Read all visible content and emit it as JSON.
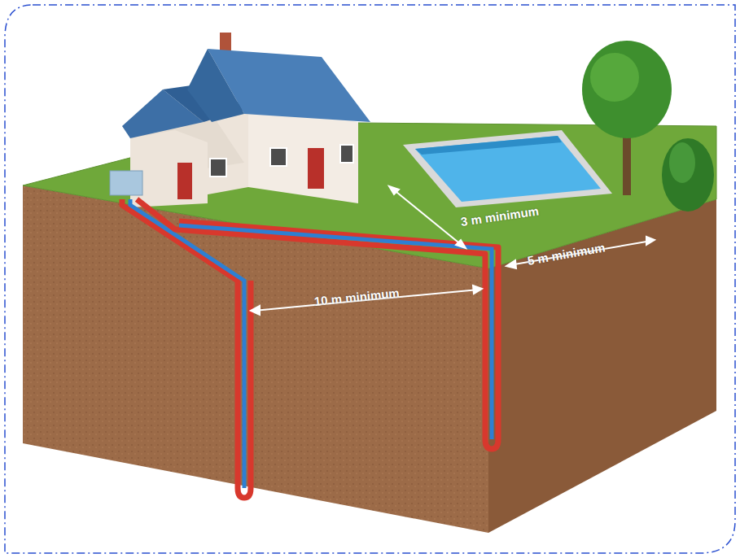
{
  "diagram": {
    "labels": [
      "3 m minimum",
      "5 m minimum",
      "10 m minimum"
    ]
  }
}
